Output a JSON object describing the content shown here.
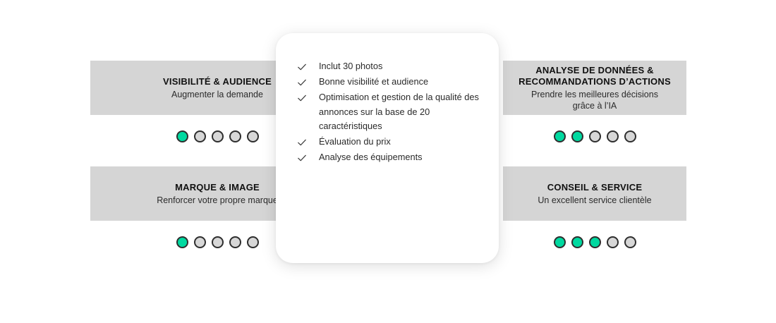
{
  "theme": {
    "accent": "#00d9a0",
    "card_header_bg": "#d5d5d5",
    "dot_empty": "#d7d7d7",
    "dot_border": "#2e2e2e",
    "panel_bg": "#ffffff",
    "page_bg": "#ffffff",
    "text": "#111111"
  },
  "cards": [
    {
      "id": "visibility",
      "title": "VISIBILITÉ & AUDIENCE",
      "subtitle": "Augmenter la demande",
      "rating_filled": 1,
      "rating_total": 5
    },
    {
      "id": "analysis",
      "title": "ANALYSE DE DONNÉES &\nRECOMMANDATIONS D’ACTIONS",
      "subtitle": "Prendre les meilleures décisions\ngrâce  à l’IA",
      "rating_filled": 2,
      "rating_total": 5
    },
    {
      "id": "brand",
      "title": "MARQUE & IMAGE",
      "subtitle": "Renforcer votre propre marque",
      "rating_filled": 1,
      "rating_total": 5
    },
    {
      "id": "service",
      "title": "CONSEIL & SERVICE",
      "subtitle": "Un excellent service clientèle",
      "rating_filled": 3,
      "rating_total": 5
    }
  ],
  "detail_panel": {
    "icon": "check-icon",
    "features": [
      "Inclut 30 photos",
      "Bonne visibilité et audience",
      "Optimisation et gestion de la qualité des annonces sur la base de 20 caractéristiques",
      "Évaluation du prix",
      "Analyse des équipements"
    ]
  }
}
